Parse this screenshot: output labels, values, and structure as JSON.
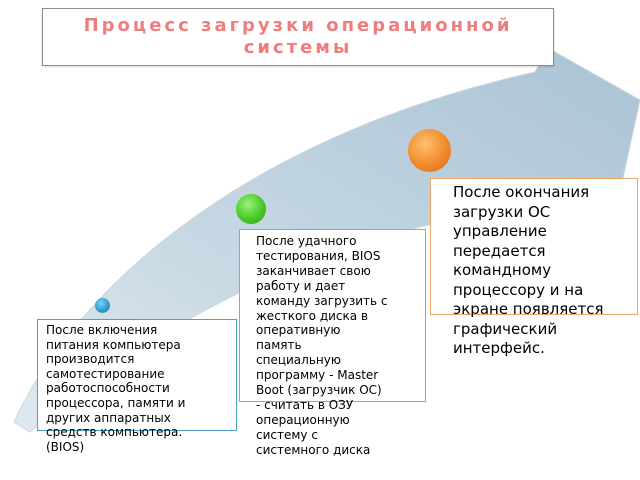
{
  "title": "Процесс загрузки операционной системы",
  "steps": [
    {
      "text": "После включения\nпитания компьютера\nпроизводится\nсамотестирование\nработоспособности\nпроцессора, памяти и\nдругих аппаратных\nсредств компьютера.\n(BIOS)",
      "color": "#2f9fd4"
    },
    {
      "text": "После удачного\nтестирования, BIOS\nзаканчивает свою\nработу и дает\nкоманду загрузить с\nжесткого диска в\nоперативную\nпамять\nспециальную\nпрограмму - Master\nBoot (загрузчик ОС)\n- считать в ОЗУ\nоперационную\nсистему с\nсистемного диска",
      "color": "#48c927"
    },
    {
      "text": "После окончания\nзагрузки ОС\nуправление\nпередается\nкомандному\nпроцессору и на\nэкране появляется\nграфический\nинтерфейс.",
      "color": "#f28a2c"
    }
  ],
  "colors": {
    "title": "#f07d7d",
    "arrow": "#b9cfdd"
  }
}
